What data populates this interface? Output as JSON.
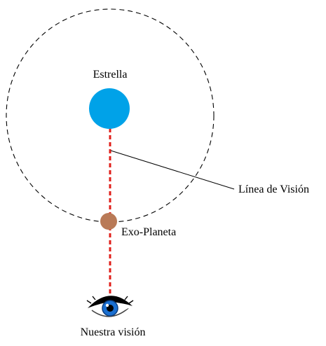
{
  "diagram": {
    "labels": {
      "star": "Estrella",
      "line_of_sight": "Línea de Visión",
      "exoplanet": "Exo-Planeta",
      "observer": "Nuestra visión"
    },
    "colors": {
      "background": "#ffffff",
      "orbit": "#000000",
      "star": "#00a2e8",
      "planet": "#b97a57",
      "sight_line": "#e0201b",
      "pointer": "#000000",
      "iris": "#1a6fd0",
      "pupil": "#000000"
    },
    "icons": {
      "star": "star-circle",
      "planet": "planet-circle",
      "observer": "eye-icon"
    }
  }
}
